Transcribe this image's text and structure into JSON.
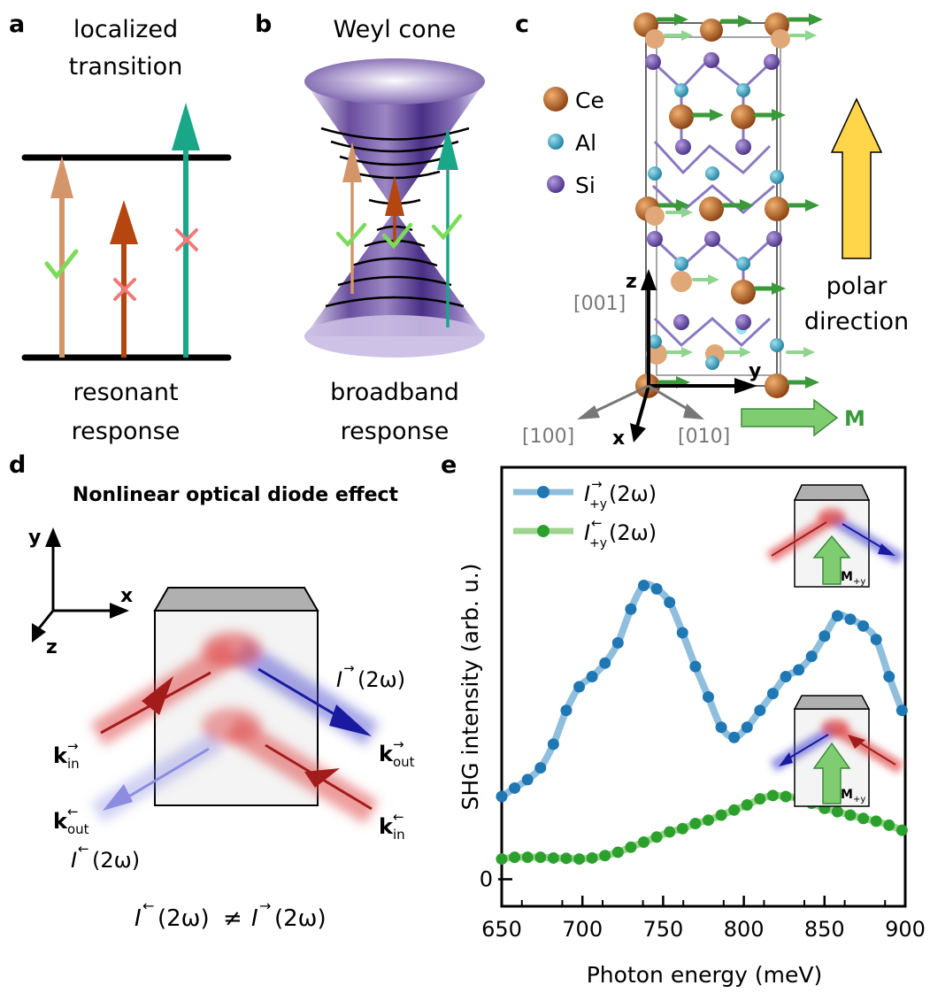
{
  "panel_a": {
    "letter": "a",
    "title_line1": "localized",
    "title_line2": "transition",
    "caption_line1": "resonant",
    "caption_line2": "response",
    "colors": {
      "orange": "#d4956a",
      "brown": "#b5460f",
      "teal": "#19a689",
      "check": "#7bdc5a",
      "cross": "#f07a7a"
    }
  },
  "panel_b": {
    "letter": "b",
    "title": "Weyl cone",
    "caption_line1": "broadband",
    "caption_line2": "response"
  },
  "panel_c": {
    "letter": "c",
    "legend": [
      {
        "label": "Ce",
        "color": "#b8621a"
      },
      {
        "label": "Al",
        "color": "#2fa0bf"
      },
      {
        "label": "Si",
        "color": "#6a4aa8"
      }
    ],
    "axis_z": "z",
    "axis_x": "x",
    "axis_y": "y",
    "dir_001": "[001]",
    "dir_100": "[100]",
    "dir_010": "[010]",
    "polar_line1": "polar",
    "polar_line2": "direction",
    "magnetization": "M"
  },
  "panel_d": {
    "letter": "d",
    "title": "Nonlinear optical diode effect",
    "axis_y": "y",
    "axis_x": "x",
    "axis_z": "z",
    "k_in_fwd": "k",
    "k_out_fwd": "k",
    "k_out_bwd": "k",
    "k_in_bwd": "k",
    "sub_in": "in",
    "sub_out": "out",
    "I_fwd": "I",
    "I_bwd": "I",
    "two_omega": "(2ω)",
    "neq": "≠",
    "arrow_fwd": "→",
    "arrow_bwd": "←"
  },
  "panel_e": {
    "letter": "e",
    "inset_label": "M",
    "inset_sub": "+y",
    "legend_fwd_sub": "+y",
    "legend_fwd_arrow": "→",
    "legend_bwd_arrow": "←",
    "legend_I": "I",
    "legend_2w": "(2ω)"
  },
  "chart_data": {
    "type": "line",
    "xlabel": "Photon energy (meV)",
    "ylabel": "SHG intensity (arb. u.)",
    "xlim": [
      650,
      900
    ],
    "ylim": [
      -0.08,
      1.22
    ],
    "xticks": [
      650,
      700,
      750,
      800,
      850,
      900
    ],
    "yticks": [
      0
    ],
    "series": [
      {
        "color": "#1f77b4",
        "line_color": "#8fbfdd",
        "x": [
          650,
          658,
          666,
          674,
          682,
          690,
          698,
          706,
          714,
          722,
          730,
          738,
          746,
          754,
          762,
          770,
          778,
          786,
          794,
          802,
          810,
          818,
          826,
          834,
          842,
          850,
          858,
          866,
          874,
          882,
          890,
          898
        ],
        "y": [
          0.245,
          0.27,
          0.295,
          0.33,
          0.4,
          0.5,
          0.57,
          0.6,
          0.64,
          0.7,
          0.8,
          0.87,
          0.86,
          0.82,
          0.73,
          0.63,
          0.54,
          0.45,
          0.42,
          0.45,
          0.5,
          0.55,
          0.6,
          0.62,
          0.66,
          0.72,
          0.78,
          0.77,
          0.75,
          0.71,
          0.6,
          0.5
        ]
      },
      {
        "color": "#2ca02c",
        "line_color": "#9fd48f",
        "x": [
          650,
          658,
          666,
          674,
          682,
          690,
          698,
          706,
          714,
          722,
          730,
          738,
          746,
          754,
          762,
          770,
          778,
          786,
          794,
          802,
          810,
          818,
          826,
          834,
          842,
          850,
          858,
          866,
          874,
          882,
          890,
          898
        ],
        "y": [
          0.06,
          0.065,
          0.065,
          0.065,
          0.063,
          0.062,
          0.06,
          0.063,
          0.07,
          0.08,
          0.095,
          0.11,
          0.125,
          0.14,
          0.15,
          0.165,
          0.175,
          0.19,
          0.205,
          0.22,
          0.238,
          0.248,
          0.245,
          0.24,
          0.225,
          0.21,
          0.2,
          0.19,
          0.18,
          0.172,
          0.16,
          0.145
        ]
      }
    ]
  }
}
